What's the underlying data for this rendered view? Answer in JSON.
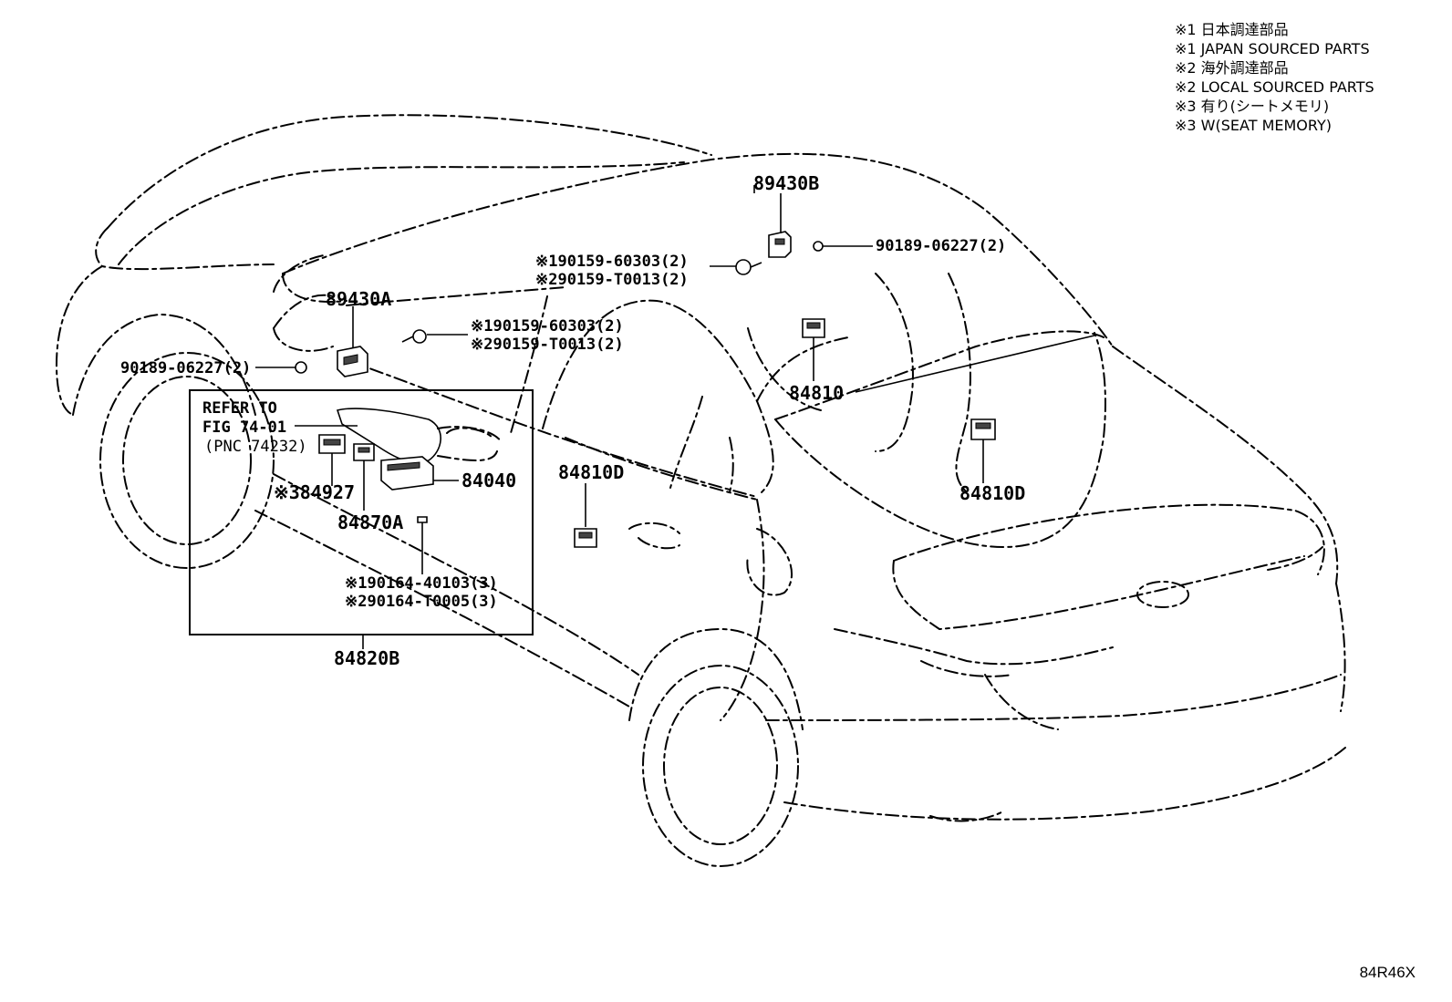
{
  "legend": [
    "※1 日本調達部品",
    "※1 JAPAN SOURCED PARTS",
    "※2 海外調達部品",
    "※2 LOCAL SOURCED PARTS",
    "※3 有り(シートメモリ)",
    "※3 W(SEAT MEMORY)"
  ],
  "labels": {
    "p89430B": "89430B",
    "p89430A": "89430A",
    "bolt_top_1": "※190159-60303(2)",
    "bolt_top_2": "※290159-T0013(2)",
    "nut_top": "90189-06227(2)",
    "bolt_mid_1": "※190159-60303(2)",
    "bolt_mid_2": "※290159-T0013(2)",
    "nut_left": "90189-06227(2)",
    "refer_1": "REFER TO",
    "refer_2": "FIG 74-01",
    "refer_3": "(PNC 74232)",
    "p84927": "※384927",
    "p84870A": "84870A",
    "p84040": "84040",
    "screw_1": "※190164-40103(3)",
    "screw_2": "※290164-T0005(3)",
    "p84820B": "84820B",
    "p84810D_front": "84810D",
    "p84810": "84810",
    "p84810D_rear": "84810D"
  },
  "figure_code": "84R46X"
}
